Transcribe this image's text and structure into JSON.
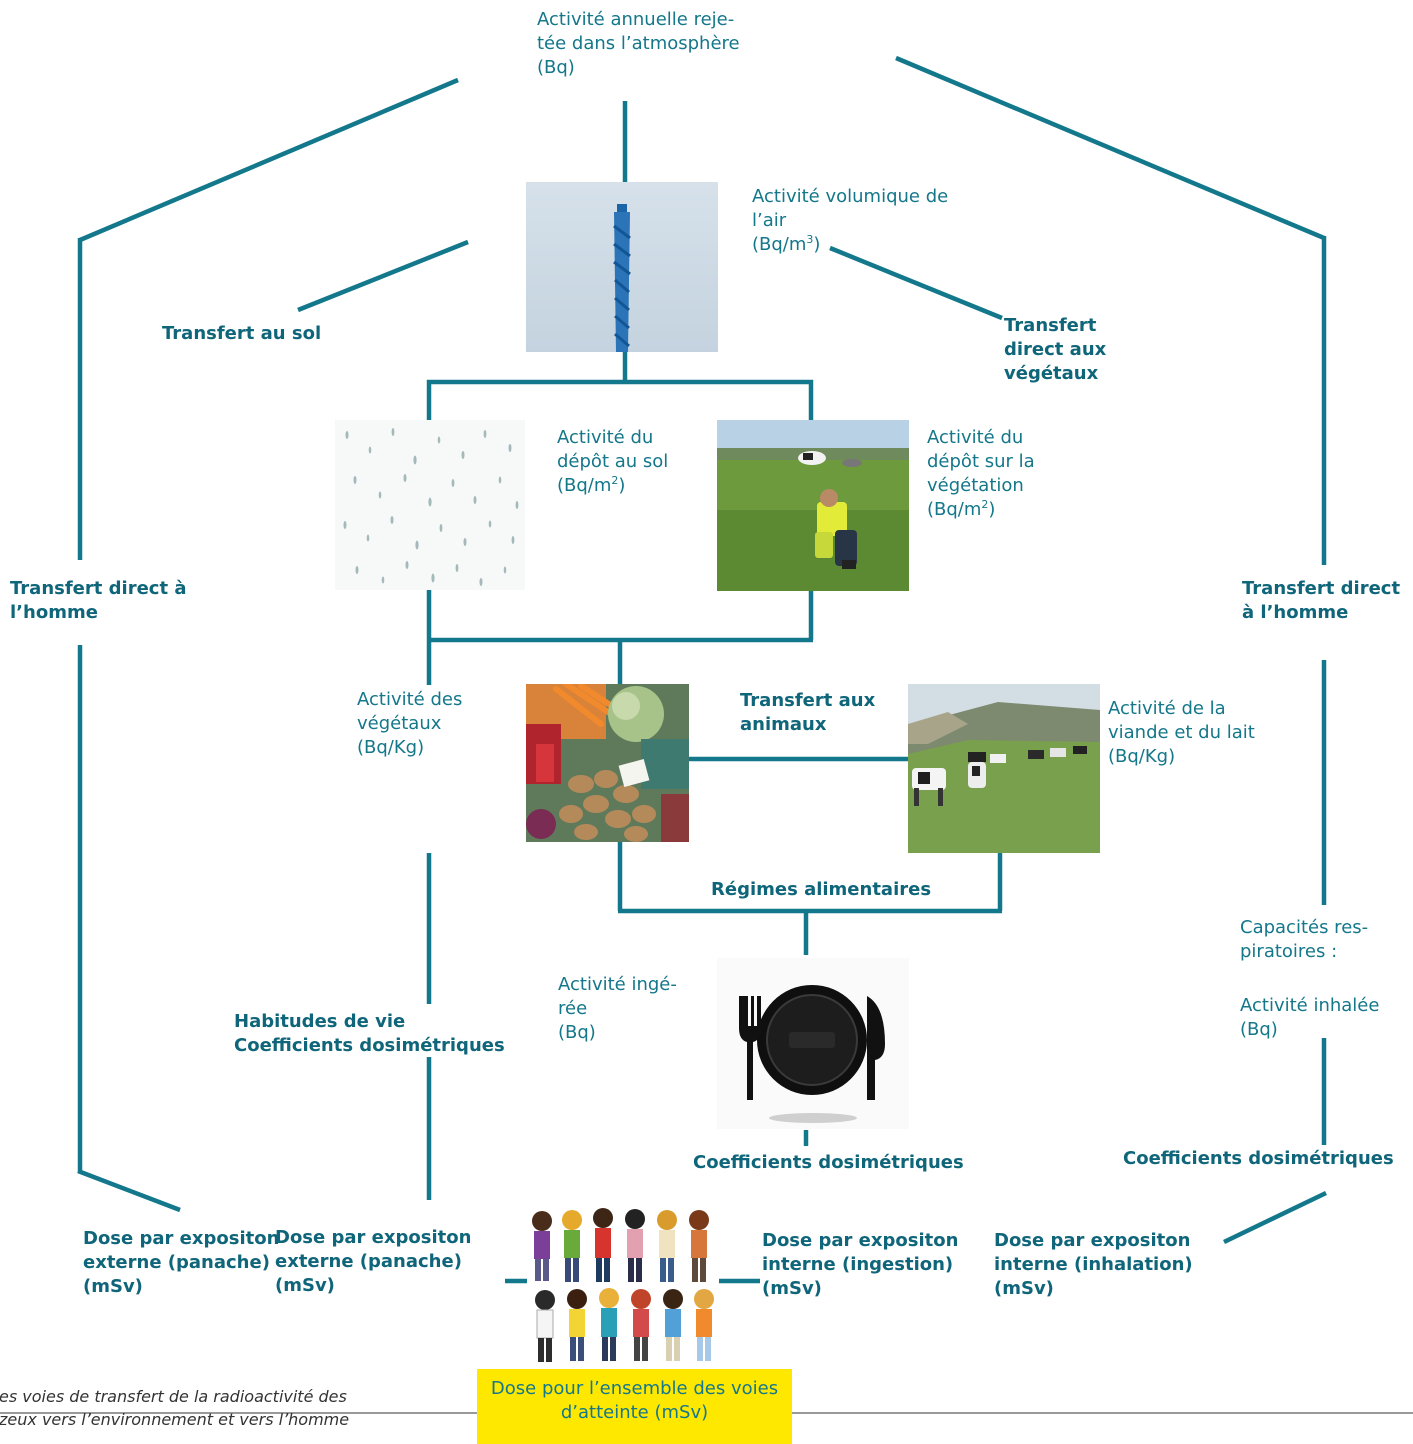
{
  "labels": {
    "rejet": [
      "Activité annuelle reje-",
      "tée dans l’atmosphère",
      "(Bq)"
    ],
    "air": [
      "Activité volumique de",
      "l’air"
    ],
    "air_unit_prefix": "(Bq/m",
    "air_unit_exp": "3",
    "air_unit_suffix": ")",
    "transfert_sol": [
      "Transfert au sol"
    ],
    "transfert_vegetaux": [
      "Transfert",
      "direct aux",
      "végétaux"
    ],
    "depot_sol": [
      "Activité du",
      "dépôt au sol"
    ],
    "depot_sol_unit_prefix": "(Bq/m",
    "depot_sol_unit_exp": "2",
    "depot_sol_unit_suffix": ")",
    "depot_veg": [
      "Activité du",
      "dépôt sur la",
      "végétation"
    ],
    "depot_veg_unit_prefix": "(Bq/m",
    "depot_veg_unit_exp": "2",
    "depot_veg_unit_suffix": ")",
    "transfert_homme_left": [
      "Transfert direct à",
      "l’homme"
    ],
    "transfert_homme_right": [
      "Transfert direct",
      "à l’homme"
    ],
    "activite_vegetaux": [
      "Activité des",
      "végétaux",
      "(Bq/Kg)"
    ],
    "transfert_animaux": [
      "Transfert aux",
      "animaux"
    ],
    "viande_lait": [
      "Activité de la",
      "viande et du lait",
      "(Bq/Kg)"
    ],
    "regimes": [
      "Régimes alimentaires"
    ],
    "capacites": [
      "Capacités res-",
      "piratoires :"
    ],
    "inhalee": [
      "Activité inhalée",
      "(Bq)"
    ],
    "ingeree": [
      "Activité ingé-",
      "rée",
      "(Bq)"
    ],
    "habitudes": [
      "Habitudes de vie",
      "Coefficients dosimétriques"
    ],
    "coef_center": [
      "Coefficients dosimétriques"
    ],
    "coef_right": [
      "Coefficients dosimétriques"
    ],
    "dose_ext_1": [
      "Dose par expositon",
      "externe (panache)",
      "(mSv)"
    ],
    "dose_ext_2": [
      "Dose par expositon",
      "externe (panache)",
      "(mSv)"
    ],
    "dose_ingestion": [
      "Dose par expositon",
      "interne (ingestion)",
      "(mSv)"
    ],
    "dose_inhalation": [
      "Dose par expositon",
      "interne (inhalation)",
      "(mSv)"
    ]
  },
  "caption": [
    "es voies de transfert de la radioactivité des",
    "zeux vers l’environnement et vers l’homme"
  ],
  "result": [
    "Dose pour l’ensemble des voies",
    "d’atteinte (mSv)"
  ],
  "colors": {
    "line": "#13788b",
    "text": "#14778a",
    "highlight": "#ffe800"
  },
  "images": {
    "chimney": "chimney-photo",
    "rain": "rain-photo",
    "field": "field-worker-photo",
    "vegetables": "vegetables-photo",
    "cows": "cows-photo",
    "plate": "plate-icon",
    "people": "people-illustration"
  }
}
